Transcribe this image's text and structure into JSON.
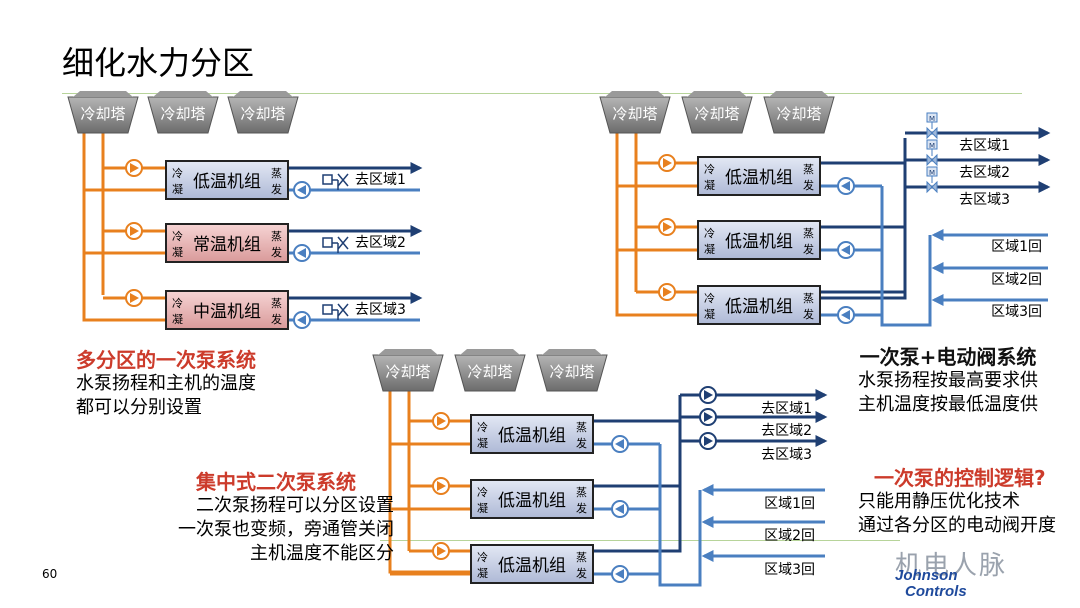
{
  "title": "细化水力分区",
  "page_number": "60",
  "labels": {
    "tower": "冷却塔",
    "cond_top": "冷",
    "cond_bot": "凝",
    "evap_top": "蒸",
    "evap_bot": "发"
  },
  "diagram1": {
    "chillers": [
      "低温机组",
      "常温机组",
      "中温机组"
    ],
    "outlets": [
      "去区域1",
      "去区域2",
      "去区域3"
    ],
    "caption_title": "多分区的一次泵系统",
    "caption_lines": [
      "水泵扬程和主机的温度",
      "都可以分别设置"
    ]
  },
  "diagram2": {
    "chillers": [
      "低温机组",
      "低温机组",
      "低温机组"
    ],
    "outlets": [
      "去区域1",
      "去区域2",
      "去区域3"
    ],
    "returns": [
      "区域1回",
      "区域2回",
      "区域3回"
    ],
    "valve_label": "M",
    "caption_title": "一次泵+电动阀系统",
    "caption_lines": [
      "水泵扬程按最高要求供",
      "主机温度按最低温度供"
    ]
  },
  "diagram3": {
    "chillers": [
      "低温机组",
      "低温机组",
      "低温机组"
    ],
    "outlets": [
      "去区域1",
      "去区域2",
      "去区域3"
    ],
    "returns": [
      "区域1回",
      "区域2回",
      "区域3回"
    ],
    "caption_title": "集中式二次泵系统",
    "caption_lines": [
      "二次泵扬程可以分区设置",
      "一次泵也变频，旁通管关闭",
      "主机温度不能区分"
    ]
  },
  "control_logic": {
    "title": "一次泵的控制逻辑?",
    "lines": [
      "只能用静压优化技术",
      "通过各分区的电动阀开度"
    ]
  },
  "watermark": "机电人脉",
  "logo": [
    "Johnson",
    "Controls"
  ],
  "colors": {
    "orange": "#e8801e",
    "navy": "#1f3f73",
    "lightblue": "#4a7fc0",
    "chiller_blue": "#c9d1e6",
    "chiller_pink": "#e8b3b3",
    "tower_gray": "#7d7d7d",
    "caption_red": "#cc3b2b"
  }
}
